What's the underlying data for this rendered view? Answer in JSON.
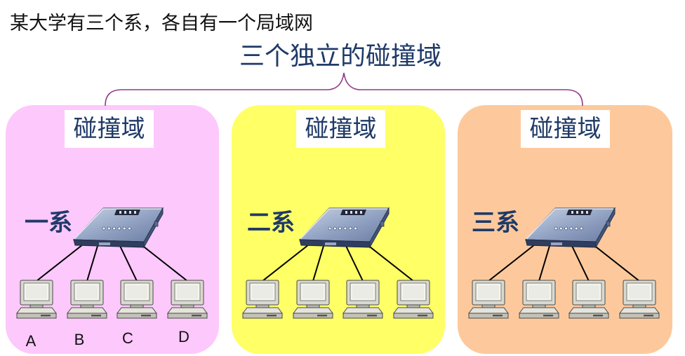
{
  "intro_text": "某大学有三个系，各自有一个局域网",
  "title": "三个独立的碰撞域",
  "colors": {
    "navy_text": "#1f3a68",
    "brace": "#8f3b86",
    "link_line": "#000000"
  },
  "departments": [
    {
      "name": "一系",
      "domain_label": "碰撞域",
      "background": "#fdc8fc",
      "device_icon": "hub-icon",
      "hosts": [
        {
          "icon": "pc-icon",
          "label": "A"
        },
        {
          "icon": "pc-icon",
          "label": "B"
        },
        {
          "icon": "pc-icon",
          "label": "C"
        },
        {
          "icon": "pc-icon",
          "label": "D"
        }
      ]
    },
    {
      "name": "二系",
      "domain_label": "碰撞域",
      "background": "#ffff66",
      "device_icon": "hub-icon",
      "hosts": [
        {
          "icon": "pc-icon"
        },
        {
          "icon": "pc-icon"
        },
        {
          "icon": "pc-icon"
        },
        {
          "icon": "pc-icon"
        }
      ]
    },
    {
      "name": "三系",
      "domain_label": "碰撞域",
      "background": "#fdc99c",
      "device_icon": "hub-icon",
      "hosts": [
        {
          "icon": "pc-icon"
        },
        {
          "icon": "pc-icon"
        },
        {
          "icon": "pc-icon"
        },
        {
          "icon": "pc-icon"
        }
      ]
    }
  ]
}
